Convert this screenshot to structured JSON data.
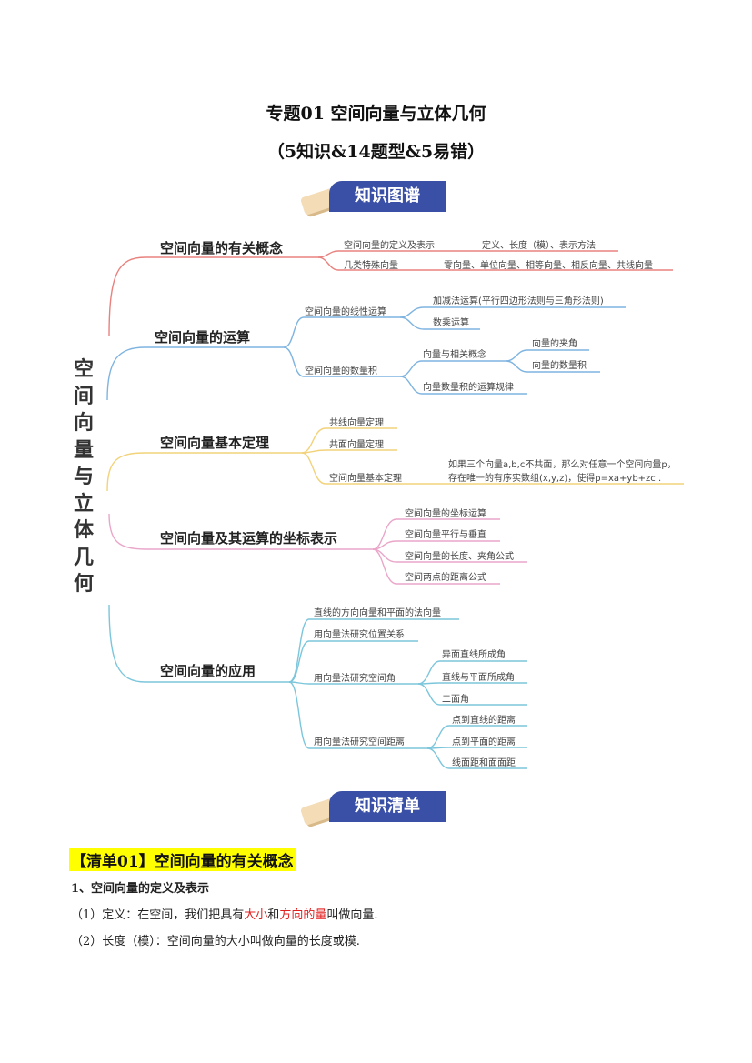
{
  "title": "专题01 空间向量与立体几何",
  "subtitle": "（5知识&14题型&5易错）",
  "banner1": "知识图谱",
  "banner2": "知识清单",
  "root": "空间向量与立体几何",
  "b1": {
    "label": "空间向量的有关概念",
    "c1": "空间向量的定义及表示",
    "c1d": "定义、长度（模）、表示方法",
    "c2": "几类特殊向量",
    "c2d": "零向量、单位向量、相等向量、相反向量、共线向量"
  },
  "b2": {
    "label": "空间向量的运算",
    "c1": "空间向量的线性运算",
    "c1a": "加减法运算(平行四边形法则与三角形法则)",
    "c1b": "数乘运算",
    "c2": "空间向量的数量积",
    "c2a": "向量与相关概念",
    "c2a1": "向量的夹角",
    "c2a2": "向量的数量积",
    "c2b": "向量数量积的运算规律"
  },
  "b3": {
    "label": "空间向量基本定理",
    "c1": "共线向量定理",
    "c2": "共面向量定理",
    "c3": "空间向量基本定理",
    "c3d1": "如果三个向量a,b,c不共面，那么对任意一个空间向量p，",
    "c3d2": "存在唯一的有序实数组(x,y,z)，使得p=xa+yb+zc ."
  },
  "b4": {
    "label": "空间向量及其运算的坐标表示",
    "c1": "空间向量的坐标运算",
    "c2": "空间向量平行与垂直",
    "c3": "空间向量的长度、夹角公式",
    "c4": "空间两点的距离公式"
  },
  "b5": {
    "label": "空间向量的应用",
    "c1": "直线的方向向量和平面的法向量",
    "c2": "用向量法研究位置关系",
    "c3": "用向量法研究空间角",
    "c3a": "异面直线所成角",
    "c3b": "直线与平面所成角",
    "c3c": "二面角",
    "c4": "用向量法研究空间距离",
    "c4a": "点到直线的距离",
    "c4b": "点到平面的距离",
    "c4c": "线面距和面面距"
  },
  "section": {
    "heading": "【清单01】空间向量的有关概念",
    "h1": "1、空间向量的定义及表示",
    "p1a": "（1）定义：在空间，我们把具有",
    "p1b": "大小",
    "p1c": "和",
    "p1d": "方向的量",
    "p1e": "叫做向量.",
    "p2": "（2）长度（模）：空间向量的大小叫做向量的长度或模."
  }
}
